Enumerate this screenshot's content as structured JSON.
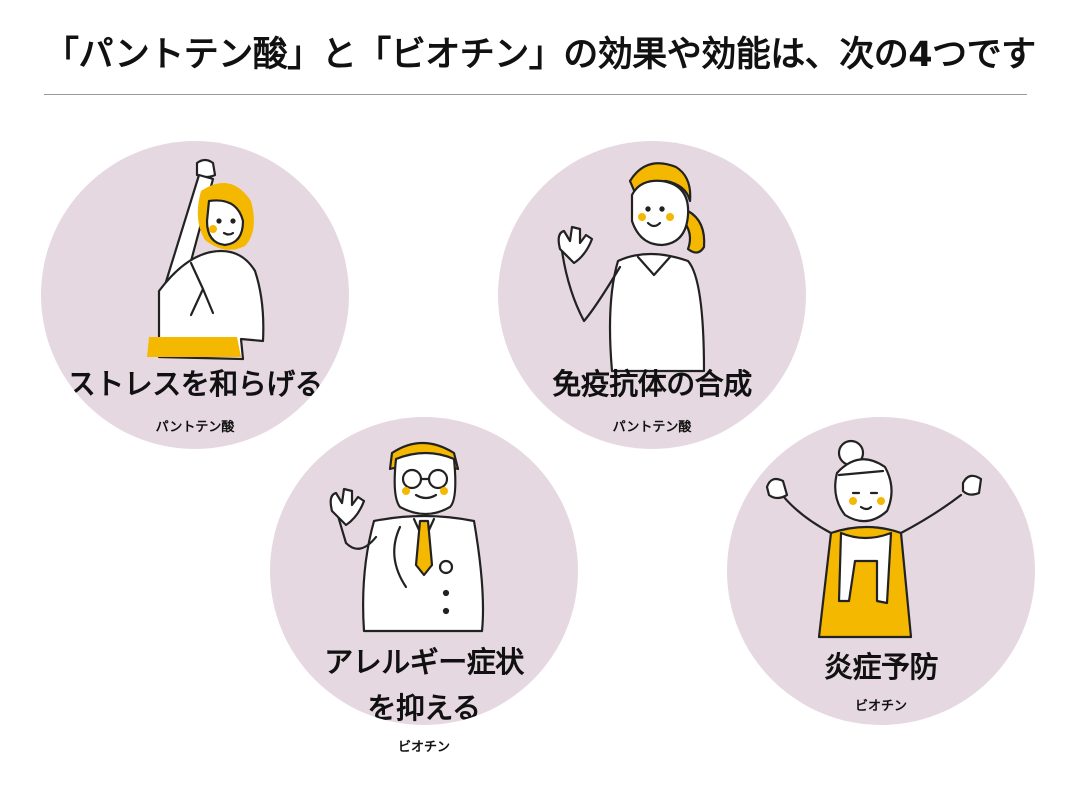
{
  "title": "「パントテン酸」と「ビオチン」の効果や効能は、次の4つです",
  "colors": {
    "circle": "#e6d8e0",
    "accent": "#f5b800",
    "rule": "#9a9a9a"
  },
  "items": [
    {
      "label": "ストレスを和らげる",
      "source": "パントテン酸",
      "icon": "stretching-woman-illustration"
    },
    {
      "label": "免疫抗体の合成",
      "source": "パントテン酸",
      "icon": "waving-woman-illustration"
    },
    {
      "label_line1": "アレルギー症状",
      "label_line2": "を抑える",
      "source": "ビオチン",
      "icon": "doctor-illustration"
    },
    {
      "label": "炎症予防",
      "source": "ビオチン",
      "icon": "cheering-woman-illustration"
    }
  ]
}
